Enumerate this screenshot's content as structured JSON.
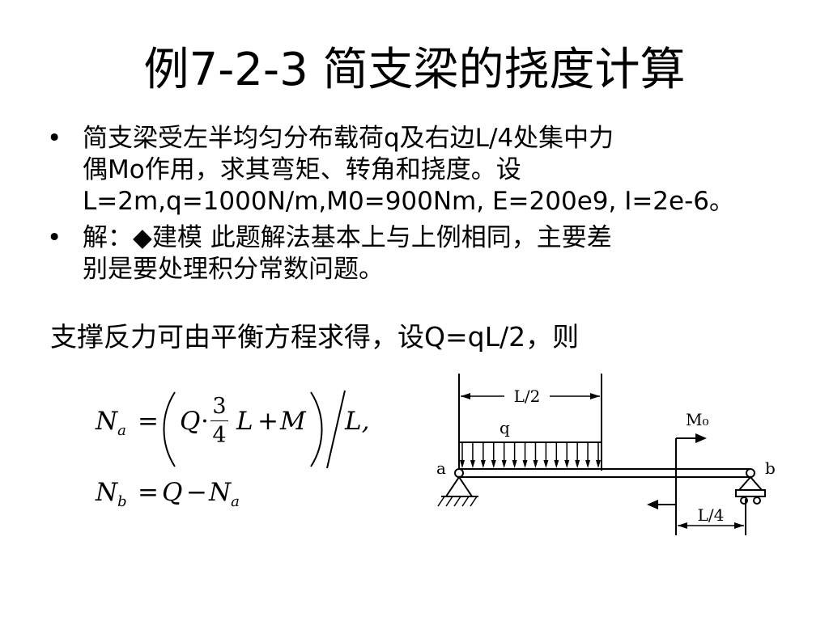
{
  "title": "例7-2-3  简支梁的挠度计算",
  "bullets": [
    {
      "dot": "•",
      "lines": [
        "简支梁受左半均匀分布载荷q及右边L/4处集中力",
        "偶Mo作用，求其弯矩、转角和挠度。设",
        "L=2m,q=1000N/m,M0=900Nm, E=200e9, I=2e-6。"
      ]
    },
    {
      "dot": "•",
      "lines": [
        "解：◆建模 此题解法基本上与上例相同，主要差",
        "别是要处理积分常数问题。"
      ]
    }
  ],
  "support_text": "支撑反力可由平衡方程求得，设Q=qL/2，则",
  "formula": {
    "na_lhs": "N",
    "na_sub": "a",
    "eq": "=",
    "q": "Q",
    "dot": "·",
    "frac_num": "3",
    "frac_den": "4",
    "l": "L",
    "plus": "+",
    "m": "M",
    "slash_l": "L,",
    "nb_lhs": "N",
    "nb_sub": "b",
    "eq2": "=",
    "q2": "Q",
    "minus": "−",
    "na2": "N",
    "na2_sub": "a"
  },
  "diagram": {
    "label_half": "L/2",
    "label_q": "q",
    "label_m0": "M₀",
    "label_a": "a",
    "label_b": "b",
    "label_quarter": "L/4"
  }
}
